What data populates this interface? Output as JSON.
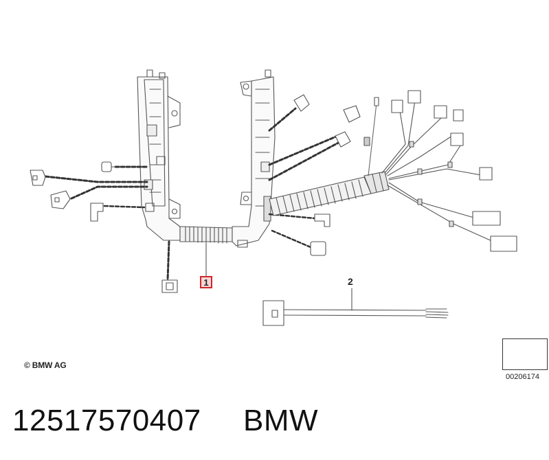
{
  "diagram": {
    "callouts": [
      "1",
      "2"
    ],
    "copyright": "© BMW AG",
    "reference_code": "00206174",
    "direction_icon": "left-arrow-icon"
  },
  "listing": {
    "part_number": "12517570407",
    "brand": "BMW"
  }
}
